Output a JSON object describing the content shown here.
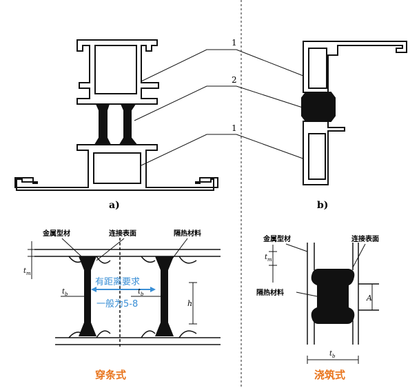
{
  "panel_a": {
    "label": "a)",
    "callouts": [
      "1",
      "2",
      "1"
    ]
  },
  "panel_b": {
    "label": "b)"
  },
  "detail_strip": {
    "label_metal": "金属型材",
    "label_surface": "连接表面",
    "label_insulation": "隔热材料",
    "dim_tm": "t",
    "dim_tm_sub": "m",
    "dim_tb": "t",
    "dim_tb_sub": "b",
    "dim_h": "h",
    "note_line1": "有距离要求",
    "note_line2": "一般为5-8",
    "caption": "穿条式",
    "caption_color": "#e8741c",
    "note_color": "#3a8fd6"
  },
  "detail_pour": {
    "label_metal": "金属型材",
    "label_surface": "连接表面",
    "label_insulation": "隔热材料",
    "dim_tm": "t",
    "dim_tm_sub": "m",
    "dim_tb": "t",
    "dim_tb_sub": "b",
    "dim_a": "A",
    "caption": "浇筑式",
    "caption_color": "#e8741c"
  }
}
